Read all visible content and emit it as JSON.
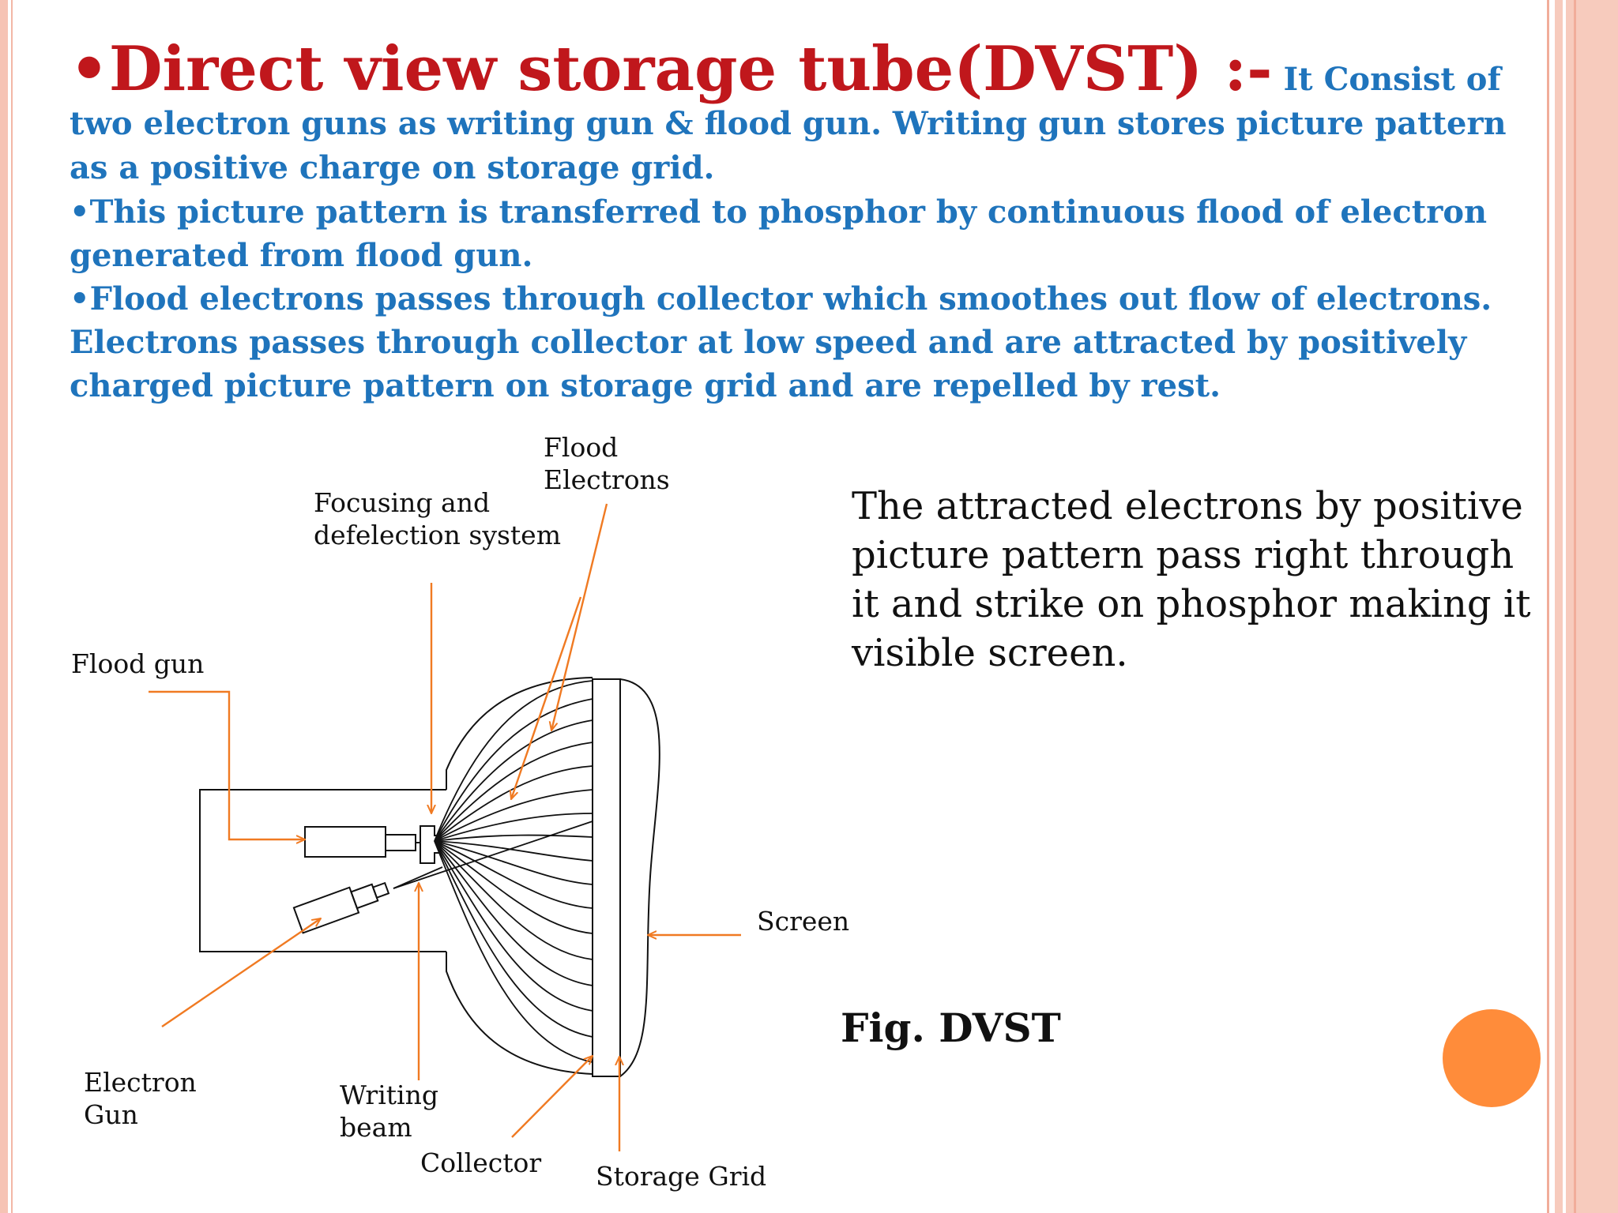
{
  "slide": {
    "title": "•Direct view storage tube(DVST) :-",
    "lead": " It Consist of two electron guns as writing gun & flood gun. Writing gun stores picture pattern as a positive charge on storage grid.",
    "bullet2": "•This picture pattern is transferred to phosphor by continuous flood of electron generated from flood gun.",
    "bullet3": "•Flood electrons passes through collector which smoothes out flow of electrons. Electrons passes through collector at low speed and are attracted by positively charged picture pattern on storage grid and are repelled by rest.",
    "side_text": "The attracted electrons by positive picture pattern pass right through it and strike on phosphor making it visible screen.",
    "caption": "Fig. DVST"
  },
  "diagram": {
    "labels": {
      "flood_electrons_1": "Flood",
      "flood_electrons_2": "Electrons",
      "focusing_1": "Focusing and",
      "focusing_2": "defelection system",
      "flood_gun": "Flood gun",
      "screen": "Screen",
      "electron_gun_1": "Electron",
      "electron_gun_2": "Gun",
      "writing_beam_1": "Writing",
      "writing_beam_2": "beam",
      "collector": "Collector",
      "storage_grid": "Storage Grid"
    }
  },
  "colors": {
    "title": "#c0171c",
    "body_text": "#1f74bc",
    "arrow": "#f07a22",
    "accent_dot": "#ff8c3a",
    "frame": "#f6c3b4"
  }
}
